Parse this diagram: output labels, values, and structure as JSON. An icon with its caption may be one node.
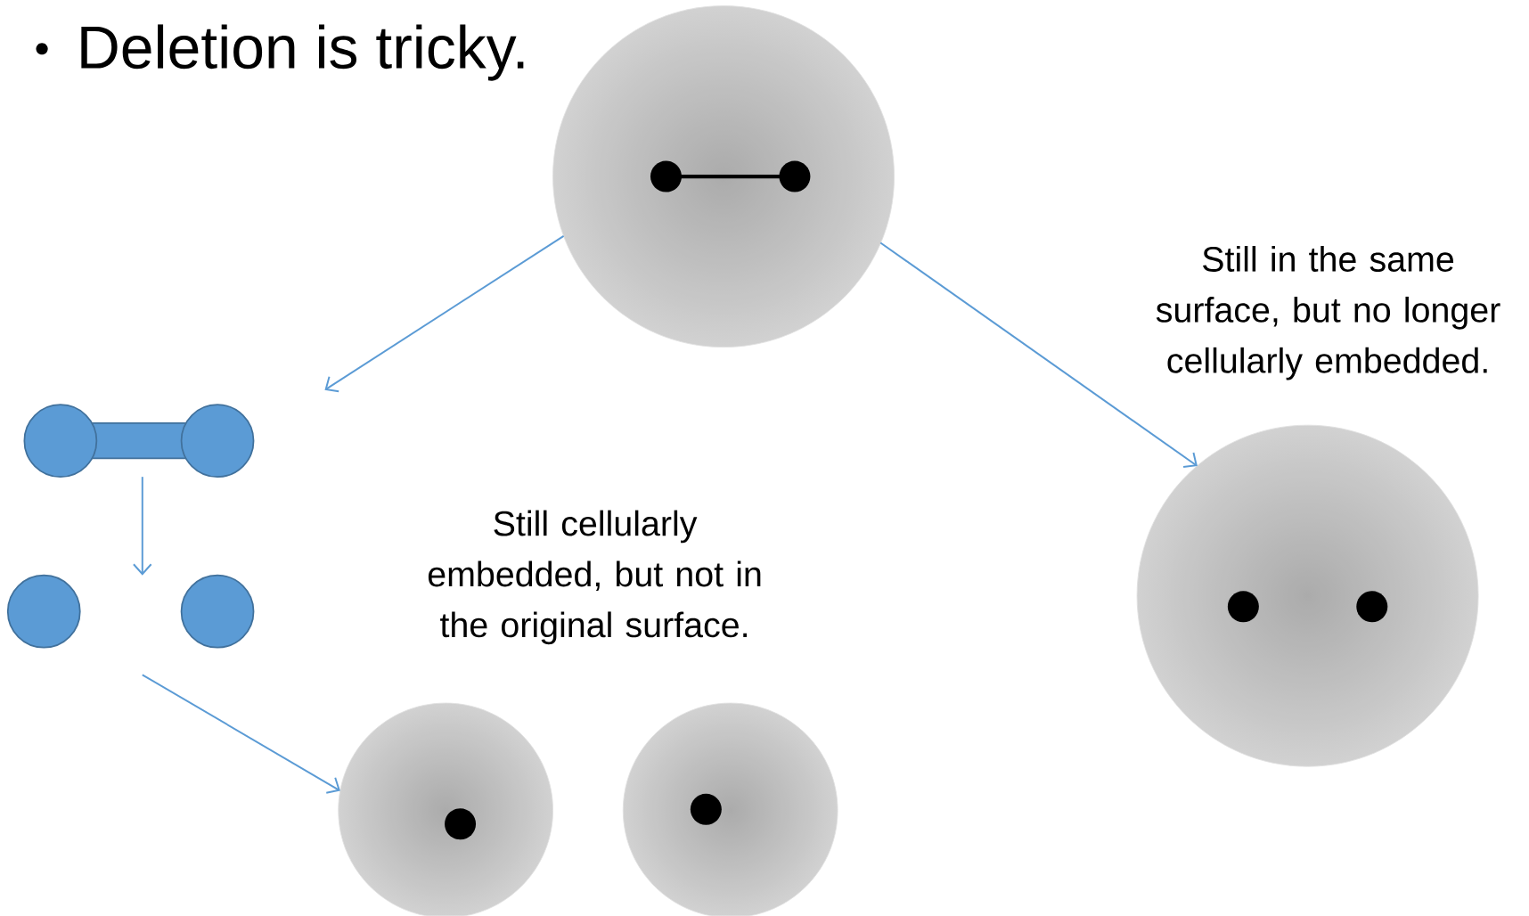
{
  "diagram": {
    "title": "Deletion is tricky.",
    "nodes": [
      {
        "text": [],
        "shape": "circle"
      },
      {
        "text": [],
        "shape": "picture"
      },
      {
        "text": [],
        "shape": "picture"
      },
      {
        "text": [],
        "shape": "circle"
      },
      {
        "text": [],
        "shape": "circle"
      },
      {
        "text": [],
        "shape": "circle"
      }
    ],
    "edges": [
      {
        "from": 0,
        "to": 1,
        "arrow": "to"
      },
      {
        "from": 1,
        "to": 2,
        "arrow": "to"
      },
      {
        "from": 2,
        "to": 3,
        "arrow": "to"
      },
      {
        "from": 0,
        "to": 5,
        "arrow": "to"
      }
    ],
    "labels": [
      "Still cellularly embedded, but not in the original surface.",
      "Still in the same surface, but no longer cellularly embedded."
    ]
  }
}
